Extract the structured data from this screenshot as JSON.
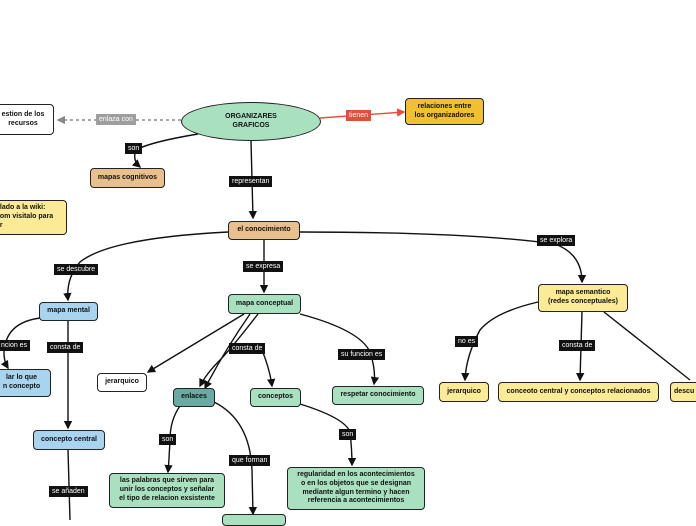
{
  "colors": {
    "green": "#a8e0c0",
    "tan": "#e8c08e",
    "yellow": "#fbeb96",
    "blue": "#a8d4f0",
    "gold": "#f0c030",
    "teal": "#6aaaa2",
    "white": "#ffffff",
    "edge": "#111111",
    "edge_grey": "#888888",
    "edge_red": "#e74c3c"
  },
  "nodes": {
    "root": "ORGANIZARES\nGRAFICOS",
    "gestion": "estion de los\nrecursos",
    "relaciones": "relaciones entre\nlos organizadores",
    "mapas_cognitivos": "mapas cognitivos",
    "wiki_note": "clado a la wiki:\ncom visitalo para\nar",
    "el_conocimiento": "el conocimiento",
    "mapa_mental": "mapa mental",
    "mapa_conceptual": "mapa conceptual",
    "mapa_semantico": "mapa semantico\n(redes conceptuales)",
    "ilustrar": "lar lo que\nn concepto",
    "concepto_central": "concepto central",
    "jerarquico_1": "jerarquico",
    "enlaces": "enlaces",
    "conceptos": "conceptos",
    "respetar": "respetar conocimiento",
    "jerarquico_2": "jerarquico",
    "conceoto_central": "conceoto central y conceptos relacionados",
    "descu": "descu",
    "palabras": "las palabras que sirven para\nunir los conceptos y señalar\nel tipo de relacion exsistente",
    "regularidad": "regularidad en los acontecimientos\no en los objetos que se designan\nmediante algun termino y hacen\nreferencia a acontecimientos"
  },
  "labels": {
    "enlaza_con": "enlaza con",
    "tienen": "tienen",
    "son_1": "son",
    "representan": "representan",
    "se_descubre": "se descubre",
    "se_expresa": "se expresa",
    "se_explora": "se explora",
    "funcion_es_1": "ncion es",
    "consta_de_1": "consta de",
    "consta_de_2": "consta de",
    "su_funcion_es": "su funcion es",
    "no_es": "no es",
    "consta_de_3": "consta de",
    "son_2": "son",
    "que_forman": "que forman",
    "son_3": "son",
    "se_anaden": "se añaden"
  }
}
